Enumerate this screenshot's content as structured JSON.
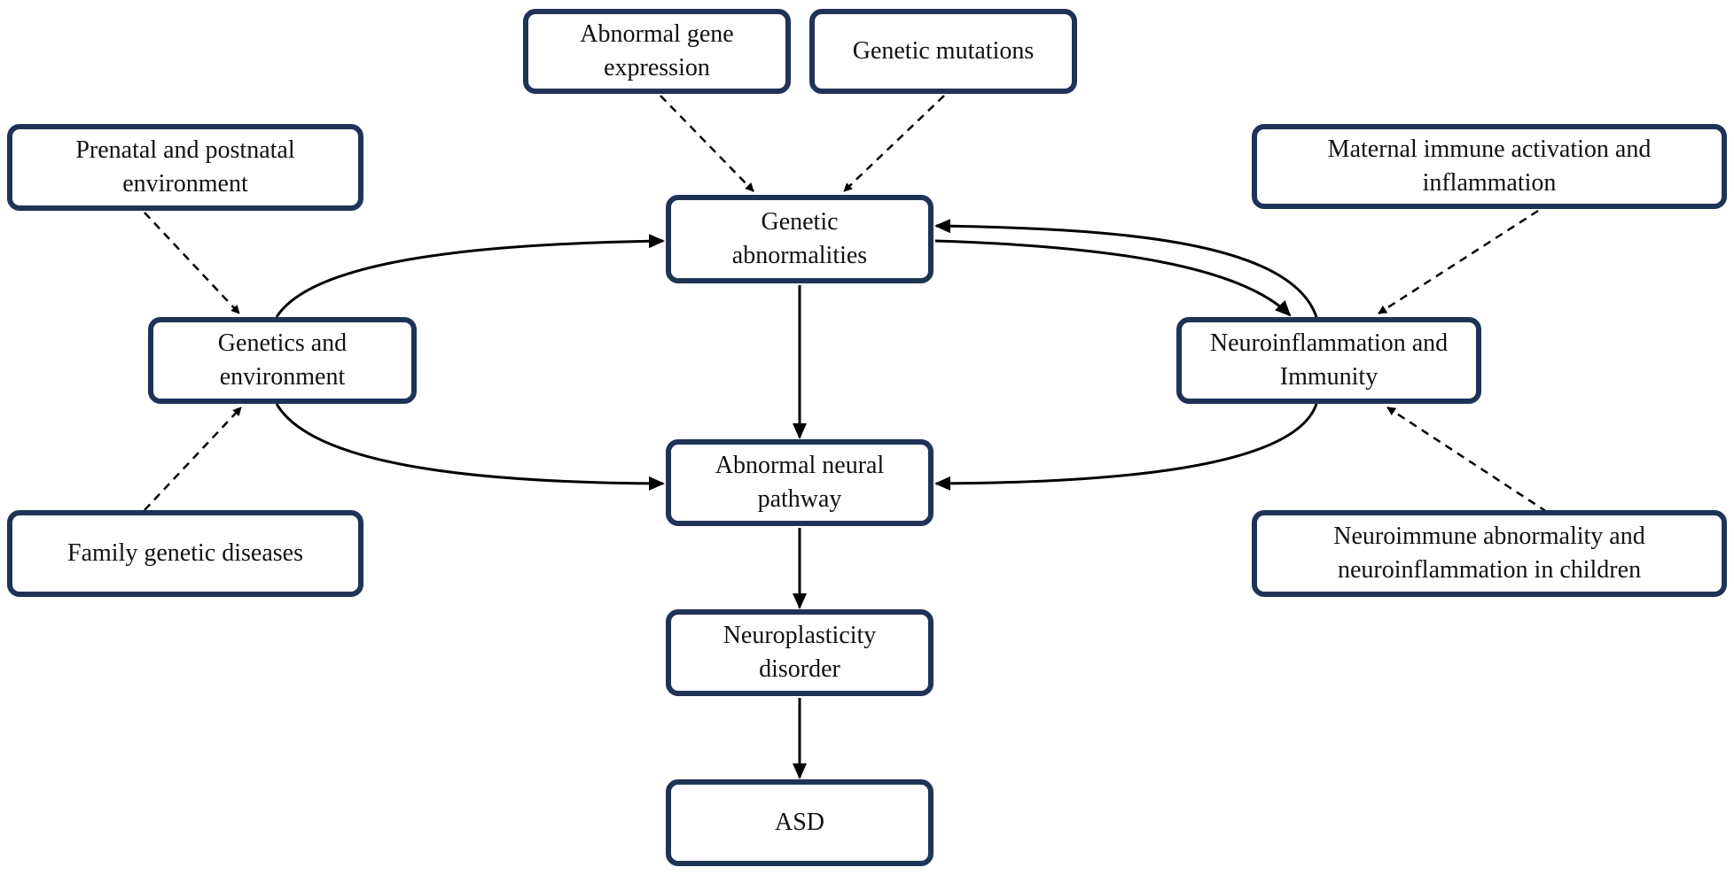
{
  "nodes": {
    "abnormal_gene_expression": "Abnormal gene\nexpression",
    "genetic_mutations": "Genetic mutations",
    "prenatal_postnatal": "Prenatal and postnatal\nenvironment",
    "maternal_immune": "Maternal immune activation and\ninflammation",
    "genetic_abnormalities": "Genetic\nabnormalities",
    "genetics_environment": "Genetics and\nenvironment",
    "neuroinflammation_immunity": "Neuroinflammation and\nImmunity",
    "abnormal_neural_pathway": "Abnormal neural\npathway",
    "family_genetic_diseases": "Family genetic diseases",
    "neuroimmune_children": "Neuroimmune abnormality and\nneuroinflammation in children",
    "neuroplasticity_disorder": "Neuroplasticity\ndisorder",
    "asd": "ASD"
  },
  "colors": {
    "box_border": "#1f3357",
    "arrow": "#000000",
    "text": "#111111"
  }
}
